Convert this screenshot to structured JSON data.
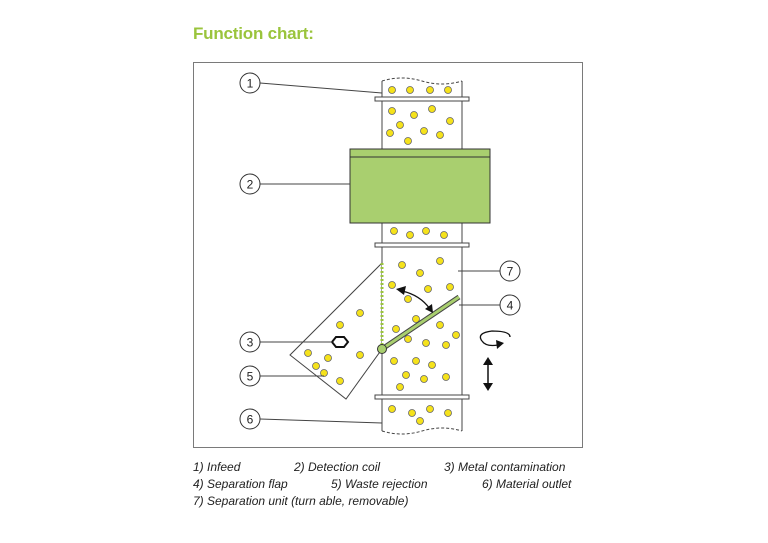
{
  "title": "Function chart:",
  "callouts": [
    "1",
    "2",
    "3",
    "4",
    "5",
    "6",
    "7"
  ],
  "legend": {
    "row1": [
      "1) Infeed",
      "2) Detection coil",
      "3) Metal contamination"
    ],
    "row2": [
      "4) Separation flap",
      "5) Waste rejection",
      "6) Material outlet"
    ],
    "row3": [
      "7) Separation unit (turn able, removable)"
    ]
  },
  "colors": {
    "title": "#9ac43c",
    "coil": "#a9cf6f",
    "particle": "#f5e21b",
    "flap": "#9ac43c"
  }
}
